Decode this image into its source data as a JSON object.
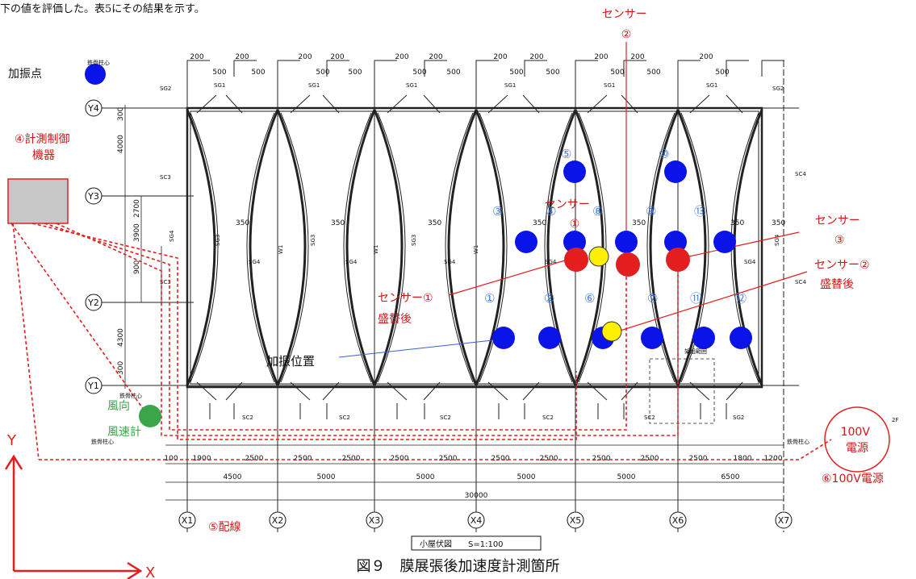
{
  "header_fragment": "下の値を評価した。表5にその結果を示す。",
  "caption": "図９　膜展張後加速度計測箇所",
  "scale_box": "小屋伏図　　S=1:100",
  "legend": {
    "label": "加振点",
    "color": "#0a14e8"
  },
  "colors": {
    "blue": "#0a14e8",
    "red": "#e41e1e",
    "yellow": "#fff000",
    "green": "#3aa64a",
    "gray": "#c8c8c8",
    "dashed_red": "#e41e1e"
  },
  "grid": {
    "x_labels": [
      "X1",
      "X2",
      "X3",
      "X4",
      "X5",
      "X6",
      "X7"
    ],
    "y_labels": [
      "Y4",
      "Y3",
      "Y2",
      "Y1"
    ],
    "bottom_dims_row1": [
      "100",
      "1900",
      "2500",
      "2500",
      "2500",
      "2500",
      "2500",
      "2500",
      "2500",
      "2500",
      "2500",
      "2500",
      "1800",
      "1200"
    ],
    "bottom_dims_row2": [
      "4500",
      "5000",
      "5000",
      "5000",
      "5000",
      "6500"
    ],
    "bottom_total": "30000",
    "left_dims": [
      "300",
      "4000",
      "2700",
      "900",
      "3900",
      "4300",
      "300"
    ],
    "top_dims": [
      "200",
      "500",
      "200",
      "500",
      "200",
      "500",
      "200",
      "500",
      "200",
      "500",
      "200",
      "500",
      "200",
      "500",
      "200",
      "500",
      "200",
      "500",
      "200",
      "500",
      "200",
      "500"
    ],
    "column_marks": [
      "350",
      "350",
      "350",
      "350",
      "350",
      "350",
      "350"
    ],
    "steel_center": "鉄骨柱心"
  },
  "labels": {
    "control_equipment": "④計測制御\n機器",
    "wind_gauge": "風向\n風速計",
    "wiring": "⑤配線",
    "power_circle": "100V\n電源",
    "power_label": "⑥100V電源",
    "excite_position": "加振位置",
    "sensor1_after": "センサー①\n盛替後",
    "sensor2_after": "センサー②\n盛替後",
    "sensor2": "センサー\n②",
    "sensor3": "センサー\n③",
    "sensor1": "センサー\n①",
    "axis_x": "X",
    "axis_y": "Y"
  },
  "point_numbers": [
    "①",
    "②",
    "③",
    "④",
    "⑤",
    "⑥",
    "⑦",
    "⑧",
    "⑨",
    "⑩",
    "⑪",
    "⑫",
    "⑬"
  ],
  "symbols": [
    "SG1",
    "SG2",
    "SG3",
    "SG4",
    "SC1",
    "SC2",
    "SC3",
    "SC4",
    "W1",
    "2F",
    "架組範囲"
  ]
}
